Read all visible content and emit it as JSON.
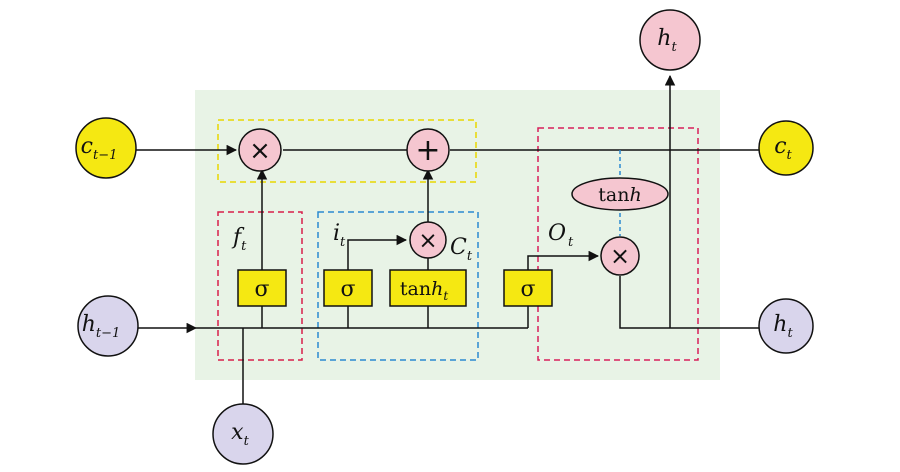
{
  "nodes": {
    "c_prev": {
      "main": "c",
      "sub": "t−1"
    },
    "h_prev": {
      "main": "h",
      "sub": "t−1"
    },
    "x_t": {
      "main": "x",
      "sub": "t"
    },
    "c_out": {
      "main": "c",
      "sub": "t"
    },
    "h_out_right": {
      "main": "h",
      "sub": "t"
    },
    "h_out_top": {
      "main": "h",
      "sub": "t"
    }
  },
  "gates": {
    "forget_sigma": "σ",
    "input_sigma": "σ",
    "output_sigma": "σ",
    "tanh_candidate": {
      "main": "tan",
      "italic": "h",
      "sub": "t"
    },
    "tanh_cell": {
      "main": "tan",
      "italic": "h"
    }
  },
  "operators": {
    "multiply": "×",
    "add": "+"
  },
  "labels": {
    "f_t": {
      "main": "f",
      "sub": "t"
    },
    "i_t": {
      "main": "i",
      "sub": "t"
    },
    "C_t": {
      "main": "C",
      "sub": "t"
    },
    "O_t": {
      "main": "O",
      "sub": "t"
    }
  },
  "colors": {
    "background_panel": "#e8f3e6",
    "cell_state_node": "#f5e812",
    "hidden_node": "#d9d5ec",
    "output_node": "#f5c6d0",
    "gate_box": "#f5e812",
    "operator": "#f5c6d0",
    "tanh_ellipse": "#f5c6d0",
    "dash_yellow": "#e8d800",
    "dash_red": "#d8204a",
    "dash_blue": "#2a8ad0",
    "dash_pink": "#d8205a"
  }
}
